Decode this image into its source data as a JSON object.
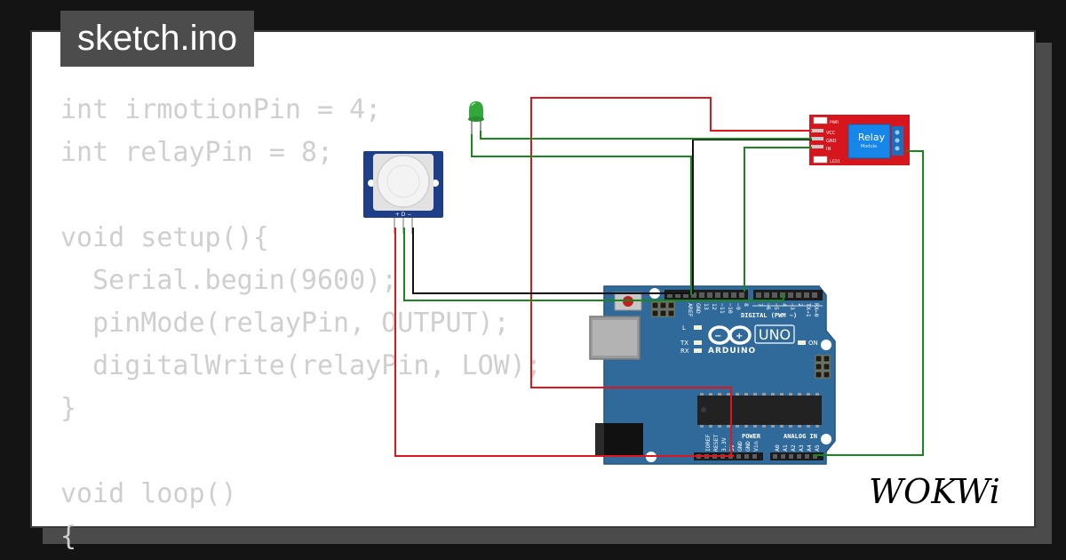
{
  "file_tab": {
    "title": "sketch.ino"
  },
  "code_lines": [
    "int irmotionPin = 4;",
    "int relayPin = 8;",
    "",
    "void setup(){",
    "  Serial.begin(9600);",
    "  pinMode(relayPin, OUTPUT);",
    "  digitalWrite(relayPin, LOW);",
    "}",
    "",
    "void loop()",
    "{"
  ],
  "pir_sensor": {
    "pin_labels": "+ D −"
  },
  "relay_module": {
    "title": "Relay",
    "subtitle": "Module",
    "pin_vcc": "VCC",
    "pin_gnd": "GND",
    "pin_in": "IN",
    "pin_pwr": "PWR",
    "pin_led": "LED1"
  },
  "arduino": {
    "brand": "ARDUINO",
    "model": "UNO",
    "digital_header": "DIGITAL (PWM ~)",
    "analog_header": "ANALOG IN",
    "power_header": "POWER",
    "label_l": "L",
    "label_tx": "TX",
    "label_rx": "RX",
    "label_on": "ON",
    "aref": "AREF",
    "gnd": "GND",
    "digital_pins": [
      "13",
      "12",
      "~11",
      "~10",
      "~9",
      "8",
      "7",
      "~6",
      "~5",
      "4",
      "~3",
      "2",
      "TX→1",
      "RX←0"
    ],
    "power_pins": [
      "IOREF",
      "RESET",
      "3.3V",
      "5V",
      "GND",
      "GND",
      "Vin"
    ],
    "analog_pins": [
      "A0",
      "A1",
      "A2",
      "A3",
      "A4",
      "A5"
    ]
  },
  "brand_logo": {
    "text": "WOKWi"
  },
  "colors": {
    "background": "#141414",
    "card": "#ffffff",
    "tab": "#4c4c4c",
    "code_text": "#cfcfcf",
    "wire_red": "#e0161c",
    "wire_green": "#16881c",
    "wire_black": "#111111",
    "arduino_blue": "#2f6a9b",
    "relay_red": "#d7151d",
    "relay_blue": "#1687e8",
    "pir_blue": "#1e3f88",
    "led_green": "#32a83a"
  }
}
